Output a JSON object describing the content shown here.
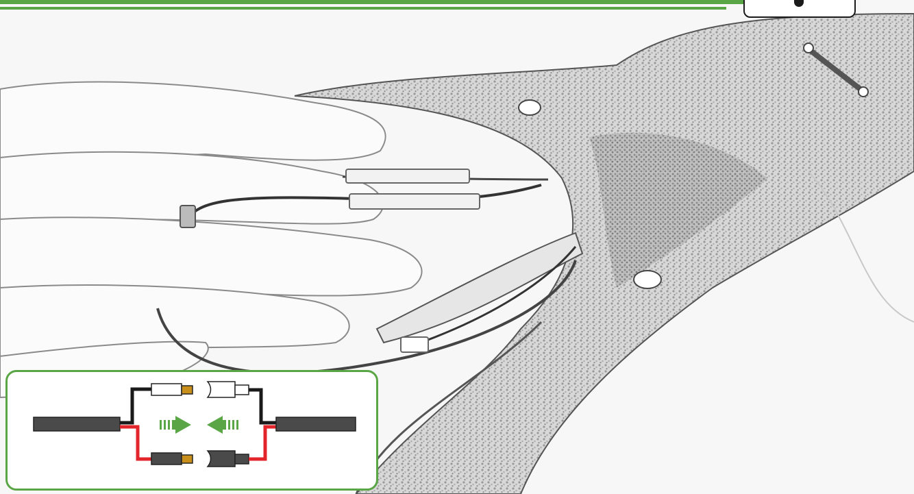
{
  "scene": {
    "kind": "photo-illustration",
    "subject": "hand-holding-connected-wire-pair",
    "colors": {
      "accent_green": "#5aa646",
      "wire_red": "#e3242b",
      "wire_black": "#1a1a1a",
      "cable_gray": "#4a4a4a",
      "terminal_gold": "#c8901a"
    }
  },
  "header": {
    "title": "",
    "page_badge": ""
  },
  "inset": {
    "type": "connection-diagram",
    "arrows": [
      "green-arrow-right",
      "green-arrow-left"
    ]
  }
}
